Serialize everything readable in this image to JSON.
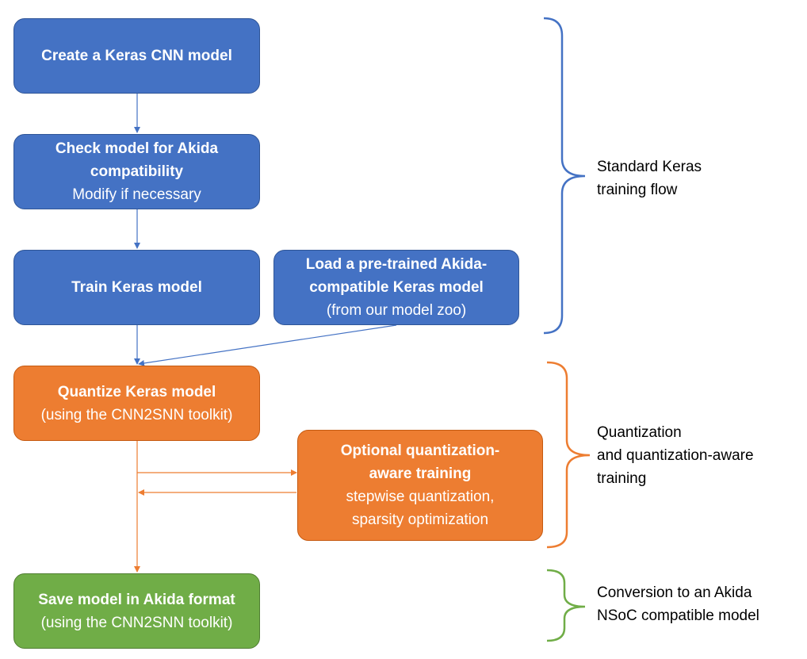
{
  "colors": {
    "blue": "#4472c4",
    "orange": "#ed7d31",
    "green": "#70ad47",
    "blue_arrow": "#4472c4",
    "orange_arrow": "#ed7d31"
  },
  "boxes": {
    "create_model": {
      "title": "Create a Keras CNN model"
    },
    "check_model": {
      "title_line1": "Check model for Akida",
      "title_line2": "compatibility",
      "subtitle": "Modify if necessary"
    },
    "train_model": {
      "title": "Train Keras model"
    },
    "load_pretrained": {
      "title_line1": "Load a pre-trained Akida-",
      "title_line2": "compatible Keras model",
      "subtitle": "(from our model zoo)"
    },
    "quantize_model": {
      "title": "Quantize Keras model",
      "subtitle": "(using the CNN2SNN toolkit)"
    },
    "optional_training": {
      "title_line1": "Optional quantization-",
      "title_line2": "aware training",
      "subtitle_line1": "stepwise quantization,",
      "subtitle_line2": "sparsity optimization"
    },
    "save_model": {
      "title": "Save model in Akida format",
      "subtitle": "(using the CNN2SNN toolkit)"
    }
  },
  "stages": {
    "standard": {
      "line1": "Standard Keras",
      "line2": "training flow"
    },
    "quantization": {
      "line1": "Quantization",
      "line2": "and quantization-aware",
      "line3": "training"
    },
    "conversion": {
      "line1": "Conversion to an Akida",
      "line2": "NSoC compatible model"
    }
  }
}
